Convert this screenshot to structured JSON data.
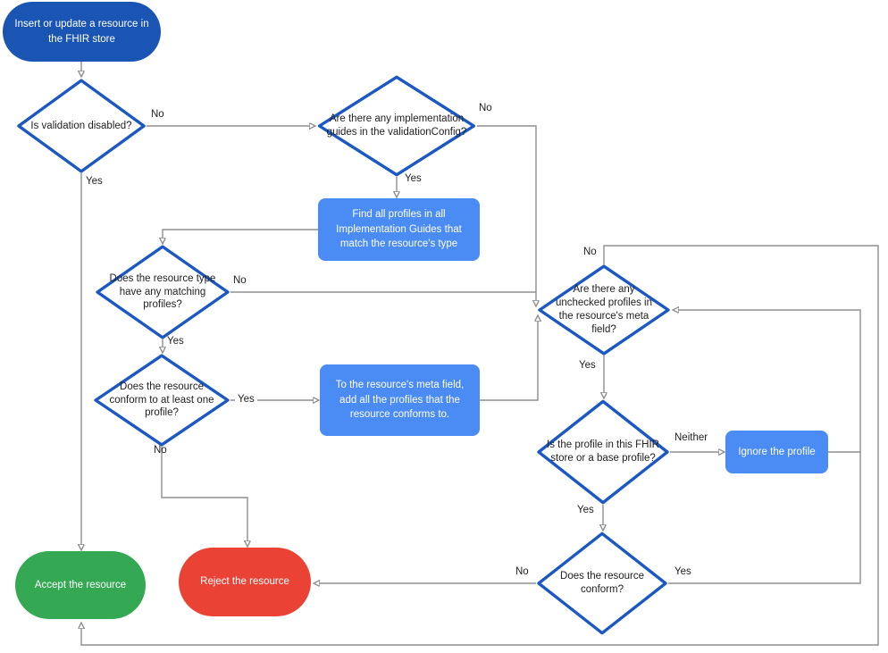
{
  "colors": {
    "start_fill": "#1a55b4",
    "process_fill": "#4b8bf4",
    "decision_border": "#1b58c4",
    "accept_fill": "#34a853",
    "reject_fill": "#ea4335",
    "connector": "#8f8f8f",
    "arrowhead": "#666666",
    "text_dark": "#212121",
    "text_light": "#ffffff"
  },
  "nodes": {
    "start": {
      "type": "terminator",
      "label": "Insert or update a resource in the FHIR store"
    },
    "validation_disabled": {
      "type": "decision",
      "label": "Is validation disabled?"
    },
    "implementation_guides": {
      "type": "decision",
      "label": "Are there any implementation guides in the validationConfig?"
    },
    "find_profiles": {
      "type": "process",
      "label": "Find all profiles in all Implementation Guides that match the resource's type"
    },
    "matching_profiles": {
      "type": "decision",
      "label": "Does the resource type have any matching profiles?"
    },
    "conforms_one_profile": {
      "type": "decision",
      "label": "Does the resource conform to at least one profile?"
    },
    "add_profiles_meta": {
      "type": "process",
      "label": "To the resource's meta field, add all the profiles that the resource conforms to."
    },
    "unchecked_profiles": {
      "type": "decision",
      "label": "Are there any unchecked profiles in the resource's meta field?"
    },
    "profile_in_store": {
      "type": "decision",
      "label": "Is the profile in this FHIR store or a base profile?"
    },
    "ignore_profile": {
      "type": "process",
      "label": "Ignore the profile"
    },
    "resource_conforms": {
      "type": "decision",
      "label": "Does the resource conform?"
    },
    "accept": {
      "type": "terminator",
      "label": "Accept the resource"
    },
    "reject": {
      "type": "terminator",
      "label": "Reject the resource"
    }
  },
  "edge_labels": {
    "validation_no": "No",
    "validation_yes": "Yes",
    "guides_no": "No",
    "guides_yes": "Yes",
    "matching_no": "No",
    "matching_yes": "Yes",
    "conform_one_yes": "Yes",
    "conform_one_no": "No",
    "unchecked_no": "No",
    "unchecked_yes": "Yes",
    "profile_neither": "Neither",
    "profile_yes": "Yes",
    "conforms_no": "No",
    "conforms_yes": "Yes"
  }
}
